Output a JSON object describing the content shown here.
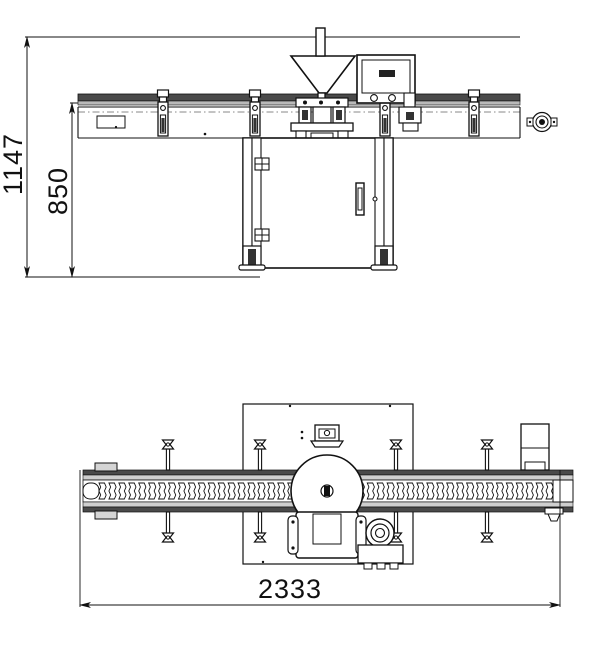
{
  "drawing": {
    "title": "bottle-filling-machine-general-arrangement",
    "views": [
      {
        "name": "front-elevation",
        "position": "top"
      },
      {
        "name": "plan-view",
        "position": "bottom"
      }
    ],
    "line_color": "#111111",
    "rail_fill": "#4a4a4a",
    "hatch_fill": "#8c8c8c",
    "background": "#ffffff"
  },
  "dimensions": {
    "overall_height": {
      "value": "1147",
      "orientation": "vertical",
      "view": "front-elevation"
    },
    "conveyor_height": {
      "value": "850",
      "orientation": "vertical",
      "view": "front-elevation"
    },
    "overall_length": {
      "value": "2333",
      "orientation": "horizontal",
      "view": "plan-view"
    }
  },
  "elevation_parts": {
    "hopper": "funnel-hopper",
    "feed_tube": "feed-tube",
    "filling_head": "filling-head",
    "control_panel": "control-panel",
    "panel_display": "panel-display",
    "panel_buttons": [
      "panel-button-left",
      "panel-button-right"
    ],
    "conveyor_rail": "conveyor-rail",
    "cabinet": "machine-cabinet",
    "cabinet_door_handle": "cabinet-door-handle",
    "cabinet_hinges": [
      "cabinet-hinge-upper",
      "cabinet-hinge-lower"
    ],
    "legs": [
      "leg-left",
      "leg-right"
    ],
    "feet": [
      "adjustable-foot-left",
      "adjustable-foot-right"
    ],
    "guide_posts": [
      "guide-post-1",
      "guide-post-2",
      "guide-post-3",
      "guide-post-4",
      "guide-post-5"
    ],
    "drive_pulley": "drive-pulley",
    "side_label_plate": "side-label-plate"
  },
  "plan_parts": {
    "chain_conveyor": "chain-conveyor",
    "star_wheel": "star-wheel",
    "star_wheel_mount": "star-wheel-mount",
    "drive_motor": "drive-motor",
    "gearbox": "gearbox-housing",
    "machine_outline": "machine-base-outline",
    "upright_column": "upright-column",
    "guide_rail_brackets": [
      "rail-bracket-1",
      "rail-bracket-2",
      "rail-bracket-3",
      "rail-bracket-4"
    ],
    "chain_link_count": 46
  }
}
